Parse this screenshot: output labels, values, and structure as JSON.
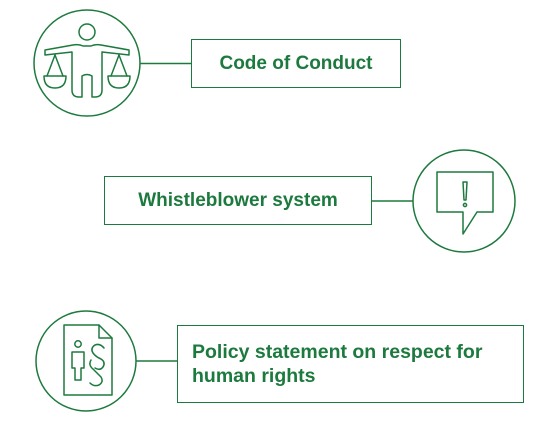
{
  "colors": {
    "accent": "#1d7a3e",
    "background": "#ffffff"
  },
  "nodes": [
    {
      "id": "code-of-conduct",
      "label": "Code of Conduct",
      "icon": "scales-person-icon"
    },
    {
      "id": "whistleblower-system",
      "label": "Whistleblower system",
      "icon": "exclamation-speech-bubble-icon"
    },
    {
      "id": "policy-statement",
      "label": "Policy statement on respect for human rights",
      "icon": "document-person-paragraph-icon"
    }
  ]
}
